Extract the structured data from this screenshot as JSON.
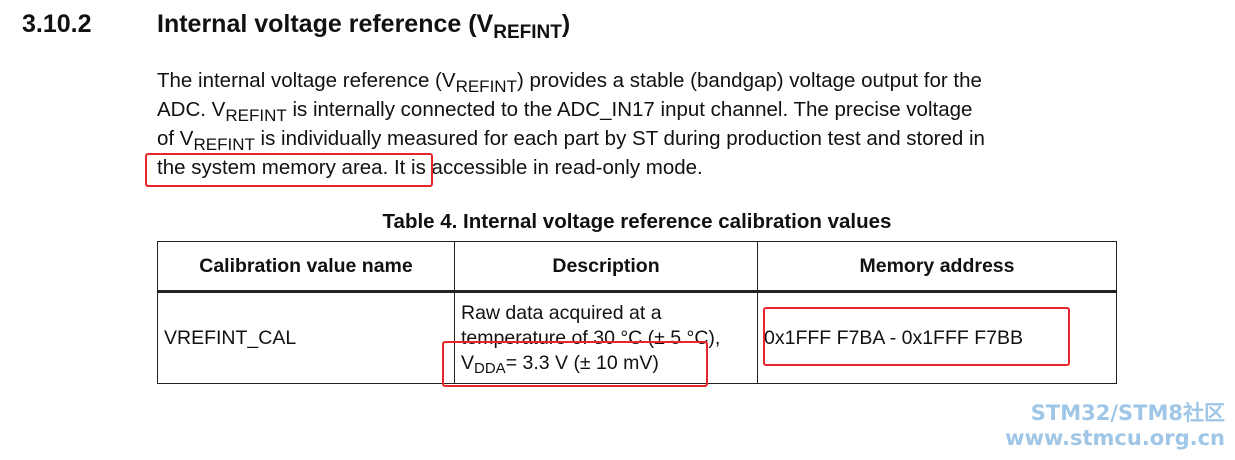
{
  "section": {
    "number": "3.10.2",
    "title_main": "Internal voltage reference (V",
    "title_sub": "REFINT",
    "title_end": ")"
  },
  "paragraph": {
    "l1_a": "The internal voltage reference (V",
    "l1_sub": "REFINT",
    "l1_b": ") provides a stable (bandgap) voltage output for the",
    "l2_a": "ADC. V",
    "l2_sub": "REFINT",
    "l2_b": " is internally connected to the ADC_IN17 input channel. The precise voltage",
    "l3_a": "of V",
    "l3_sub": "REFINT",
    "l3_b": " is individually measured for each part by ST during production test and stored in",
    "l4": "the system memory area. It is accessible in read-only mode."
  },
  "table": {
    "caption": "Table 4. Internal voltage reference calibration values",
    "headers": [
      "Calibration value name",
      "Description",
      "Memory address"
    ],
    "row": {
      "name": "VREFINT_CAL",
      "desc_line1": "Raw data acquired at a",
      "desc_line2": "temperature of 30 °C (± 5 °C),",
      "desc_v": "V",
      "desc_sub": "DDA",
      "desc_line3_rest": "= 3.3 V (± 10 mV)",
      "address": "0x1FFF F7BA - 0x1FFF F7BB"
    }
  },
  "annotation_color": "#e8262a",
  "watermark": {
    "line1": "STM32/STM8社区",
    "line2": "www.stmcu.org.cn",
    "color": "#7fb4df"
  }
}
